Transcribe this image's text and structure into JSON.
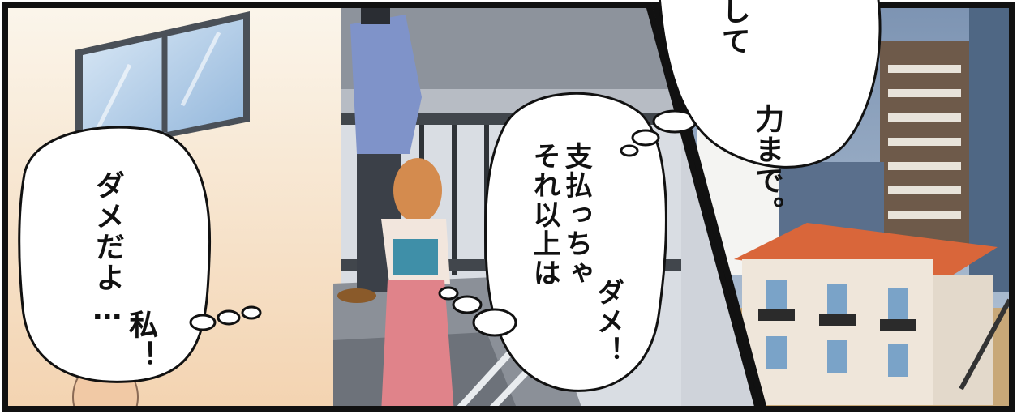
{
  "panels": [
    {
      "name": "stair-landing-panel",
      "bubbles": [
        {
          "id": "thought-bubble-left",
          "lines": [
            "ダメだよ…",
            "私！"
          ]
        },
        {
          "id": "thought-bubble-center",
          "lines": [
            "それ以上は",
            "支払っちゃ",
            "ダメ！"
          ]
        }
      ]
    },
    {
      "name": "city-view-panel",
      "bubbles": [
        {
          "id": "speech-bubble-top",
          "lines": [
            "〜して",
            "力まで。"
          ]
        }
      ]
    }
  ],
  "colors": {
    "border": "#111111",
    "wall": "#f6e7c8",
    "sky": "#9fb7cf",
    "roof": "#d9663a",
    "skirt": "#e0838a",
    "shirt": "#7f93c9"
  }
}
